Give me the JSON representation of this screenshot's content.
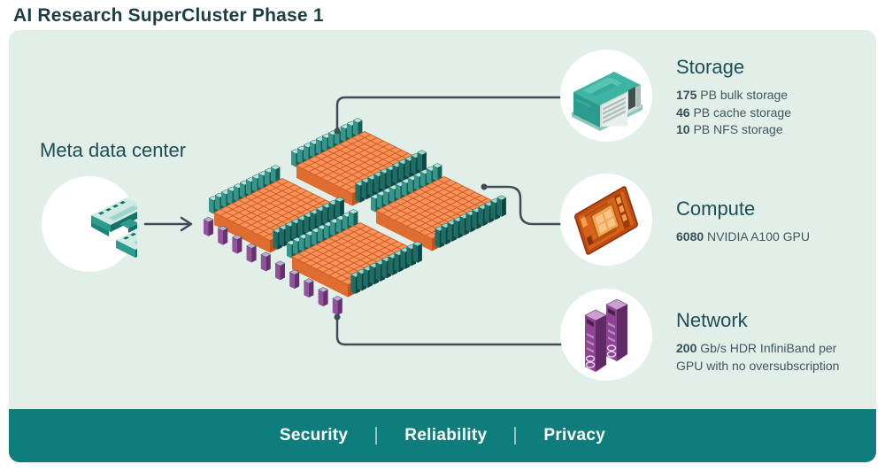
{
  "title": "AI Research SuperCluster Phase 1",
  "source": {
    "label": "Meta data center"
  },
  "sections": [
    {
      "id": "storage",
      "heading": "Storage",
      "icon": "storage-server-icon",
      "specs": [
        {
          "value": "175",
          "text": " PB bulk storage"
        },
        {
          "value": "46",
          "text": " PB cache storage"
        },
        {
          "value": "10",
          "text": " PB NFS storage"
        }
      ]
    },
    {
      "id": "compute",
      "heading": "Compute",
      "icon": "gpu-chip-icon",
      "specs": [
        {
          "value": "6080",
          "text": " NVIDIA A100 GPU"
        }
      ]
    },
    {
      "id": "network",
      "heading": "Network",
      "icon": "network-rack-icon",
      "specs": [
        {
          "value": "200",
          "text": " Gb/s HDR InfiniBand per GPU with no oversubscription"
        }
      ]
    }
  ],
  "footer": {
    "items": [
      "Security",
      "Reliability",
      "Privacy"
    ]
  },
  "colors": {
    "panel_background": "#e2efe9",
    "footer_bar": "#0e7d7c",
    "title_text": "#1b3d44",
    "heading_text": "#1d4d55",
    "body_text": "#40575d",
    "connector_line": "#3e4d55",
    "rack_orange": "#f5935a",
    "rack_teal": "#1d6e66",
    "rack_purple": "#8d4593"
  }
}
